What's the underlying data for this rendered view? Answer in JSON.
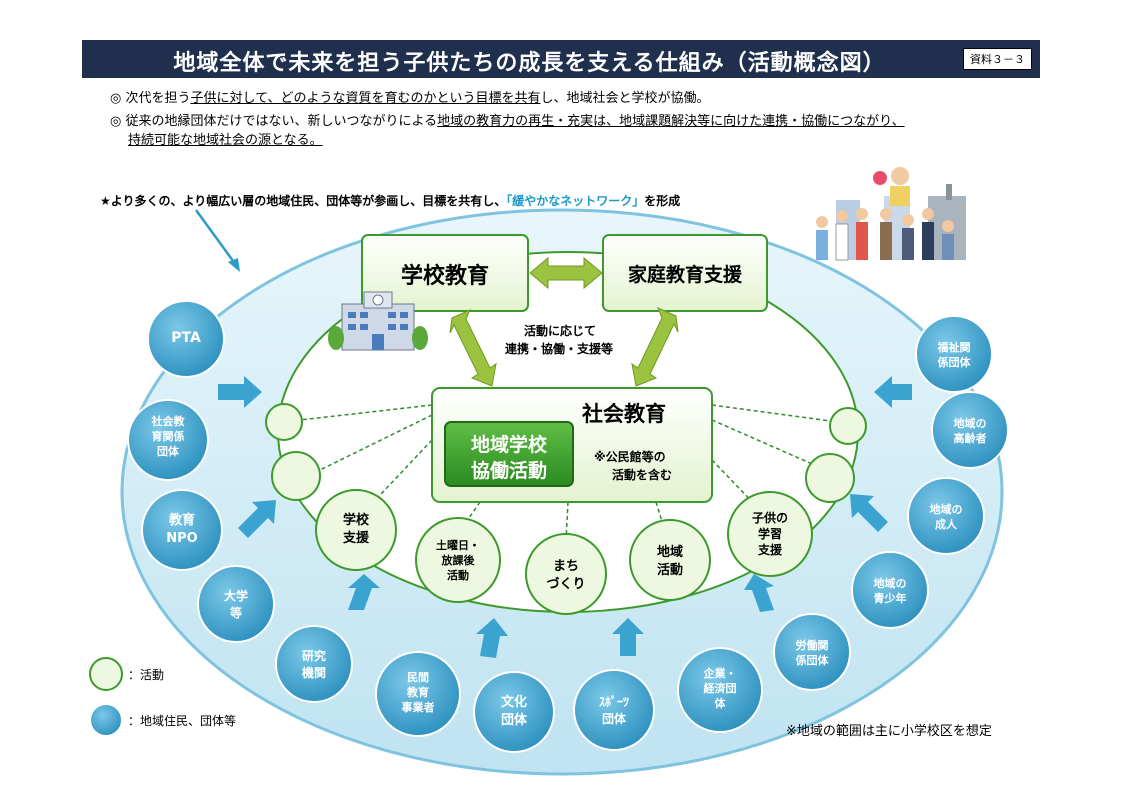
{
  "title": "地域全体で未来を担う子供たちの成長を支える仕組み（活動概念図）",
  "doc_tag": "資料３－３",
  "bullets": [
    {
      "mark": "◎",
      "pre": "次代を担う",
      "u1": "子供に対して、どのような資質を育むのかという目標を共有",
      "post": "し、地域社会と学校が協働。"
    },
    {
      "mark": "◎",
      "pre": "従来の地縁団体だけではない、新しいつながりによる",
      "u1": "地域の教育力の再生・充実は、地域課題解決等に向けた連携・協働につながり、",
      "line2": "持続可能な地域社会の源となる。"
    }
  ],
  "network_note": {
    "pre": "★より多くの、より幅広い層の地域住民、団体等が参画し、目標を共有し、",
    "highlight": "「緩やかなネットワーク」",
    "post": "を形成"
  },
  "boxes": {
    "school": "学校教育",
    "family": "家庭教育支援",
    "social": "社会教育",
    "collab_line1": "地域学校",
    "collab_line2": "協働活動",
    "social_note_line1": "※公民館等の",
    "social_note_line2": "活動を含む"
  },
  "link_label": {
    "line1": "活動に応じて",
    "line2": "連携・協働・支援等"
  },
  "activities": [
    {
      "l1": "学校",
      "l2": "支援",
      "l3": ""
    },
    {
      "l1": "土曜日・",
      "l2": "放課後",
      "l3": "活動"
    },
    {
      "l1": "まち",
      "l2": "づくり",
      "l3": ""
    },
    {
      "l1": "地域",
      "l2": "活動",
      "l3": ""
    },
    {
      "l1": "子供の",
      "l2": "学習",
      "l3": "支援"
    }
  ],
  "residents": [
    {
      "l1": "PTA",
      "l2": ""
    },
    {
      "l1": "社会教",
      "l2": "育関係",
      "l3": "団体"
    },
    {
      "l1": "教育",
      "l2": "NPO"
    },
    {
      "l1": "大学",
      "l2": "等"
    },
    {
      "l1": "研究",
      "l2": "機関"
    },
    {
      "l1": "民間",
      "l2": "教育",
      "l3": "事業者"
    },
    {
      "l1": "文化",
      "l2": "団体"
    },
    {
      "l1": "ｽﾎﾟｰﾂ",
      "l2": "団体"
    },
    {
      "l1": "企業・",
      "l2": "経済団",
      "l3": "体"
    },
    {
      "l1": "労働関",
      "l2": "係団体"
    },
    {
      "l1": "地域の",
      "l2": "青少年"
    },
    {
      "l1": "地域の",
      "l2": "成人"
    },
    {
      "l1": "地域の",
      "l2": "高齢者"
    },
    {
      "l1": "福祉関",
      "l2": "係団体"
    }
  ],
  "legend": {
    "activity": "：活動",
    "residents": "：地域住民、団体等"
  },
  "scope_note": "※地域の範囲は主に小学校区を想定",
  "colors": {
    "title_bg": "#1f2f4d",
    "box_green": "#2e8b2e",
    "box_fill": "#f4fbe8",
    "resident_blue": "#3aa3cf",
    "ellipse_fill": "#cfeaf5",
    "arrow_blue": "#3aa3cf",
    "arrow_green": "#9bc33f",
    "highlight": "#1a9ac9"
  }
}
